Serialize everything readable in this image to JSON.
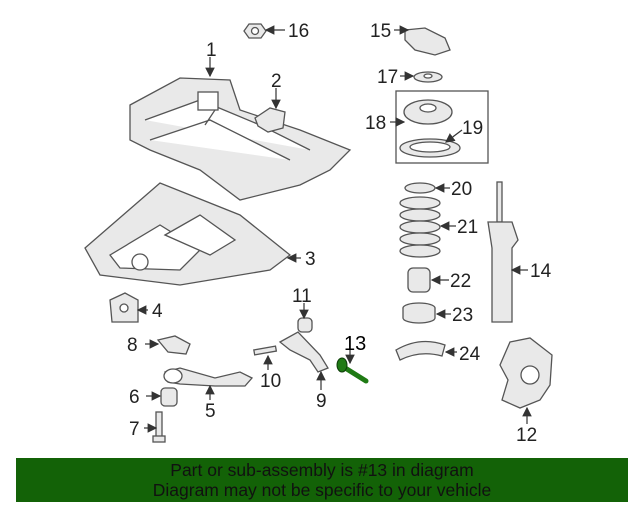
{
  "diagram": {
    "highlighted_part": "13",
    "highlight_color": "#1f7a14",
    "callouts": [
      "1",
      "2",
      "3",
      "4",
      "5",
      "6",
      "7",
      "8",
      "9",
      "10",
      "11",
      "12",
      "13",
      "14",
      "15",
      "16",
      "17",
      "18",
      "19",
      "20",
      "21",
      "22",
      "23",
      "24"
    ]
  },
  "banner": {
    "line1": "Part or sub-assembly is #13 in diagram",
    "line2": "Diagram may not be specific to your vehicle",
    "background": "#136207"
  }
}
